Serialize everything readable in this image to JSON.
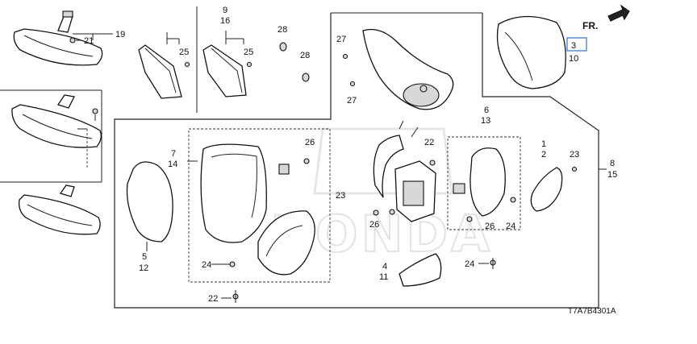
{
  "callouts": {
    "p1": "1",
    "p2": "2",
    "p3": "3",
    "p4": "4",
    "p5": "5",
    "p6": "6",
    "p7": "7",
    "p8": "8",
    "p9": "9",
    "p10": "10",
    "p11": "11",
    "p12": "12",
    "p13": "13",
    "p14": "14",
    "p15": "15",
    "p16": "16",
    "p19": "19",
    "p21": "21",
    "p22": "22",
    "p23": "23",
    "p24": "24",
    "p25": "25",
    "p26": "26",
    "p27": "27",
    "p28": "28"
  },
  "direction_label": "FR.",
  "diagram_code": "T7A7B4301A",
  "watermark": "HONDA",
  "colors": {
    "highlight_box": "#3b7fd0"
  }
}
